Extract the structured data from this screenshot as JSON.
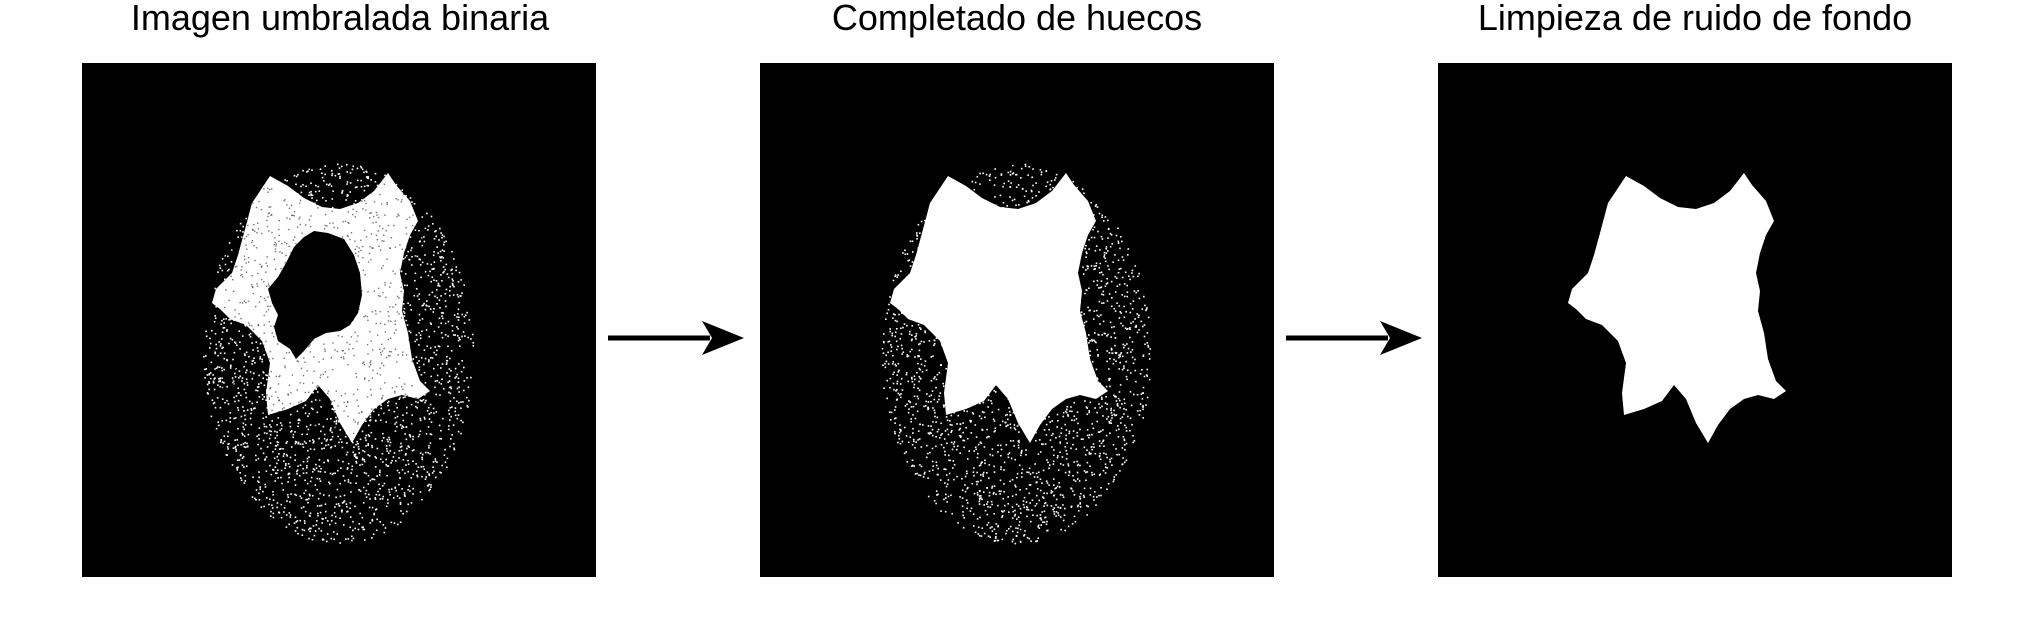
{
  "colors": {
    "background": "#ffffff",
    "panel_background": "#000000",
    "foreground": "#ffffff",
    "arrow": "#000000"
  },
  "panels": [
    {
      "title": "Imagen umbralada binaria",
      "image": "binary-thresholded-image"
    },
    {
      "title": "Completado de huecos",
      "image": "hole-filled-image"
    },
    {
      "title": "Limpieza de ruido de fondo",
      "image": "background-noise-cleaned-image"
    }
  ],
  "arrows": [
    "arrow-right-icon",
    "arrow-right-icon"
  ]
}
